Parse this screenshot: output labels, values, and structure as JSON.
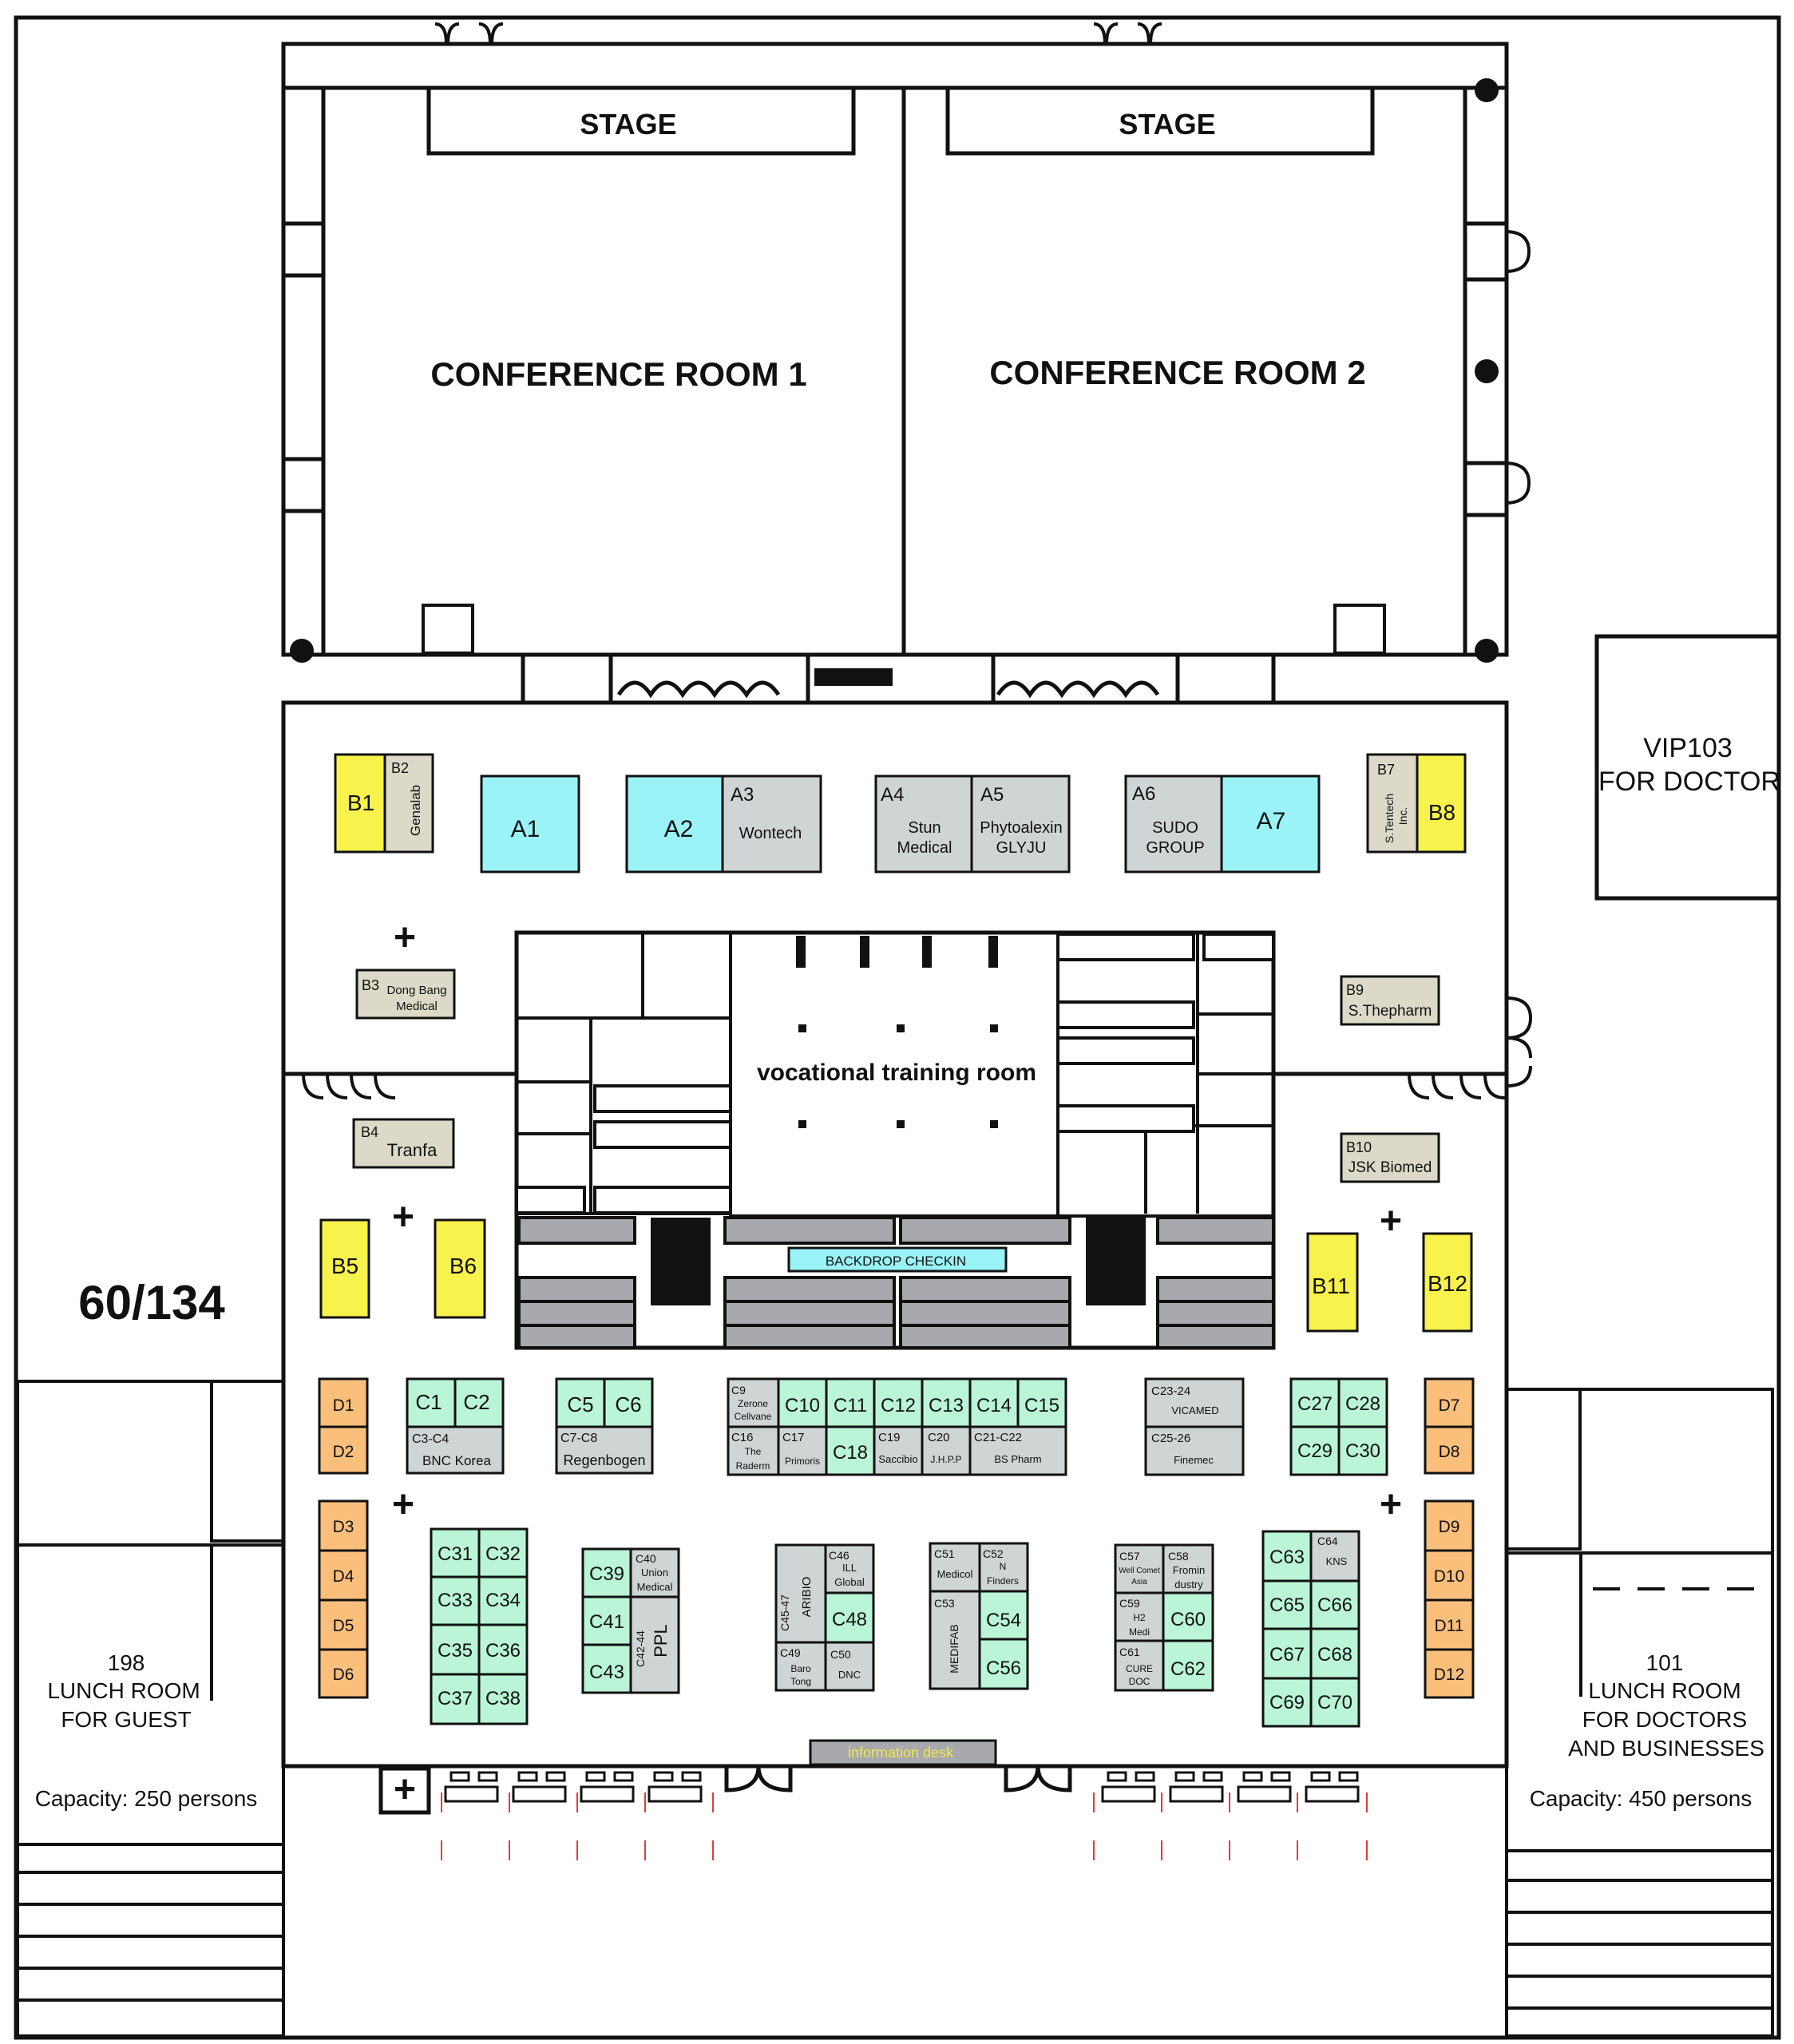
{
  "colors": {
    "booth_a": "#99f3f7",
    "booth_b": "#f8f24c",
    "booth_tan": "#dcd9c8",
    "booth_gray": "#cfd4d4",
    "booth_green": "#b9f5d6",
    "booth_orange": "#fbbf7c",
    "wall": "#111111",
    "dark_gray": "#a7a9ac"
  },
  "rooms": {
    "stage_1": "STAGE",
    "stage_2": "STAGE",
    "conference_1": "CONFERENCE ROOM 1",
    "conference_2": "CONFERENCE ROOM 2",
    "vip_line1": "VIP103",
    "vip_line2": "FOR DOCTOR",
    "vocational": "vocational training room",
    "backdrop": "BACKDROP CHECKIN",
    "info_desk": "information desk",
    "count": "60/134",
    "lunch_guest": {
      "l1": "198",
      "l2": "LUNCH ROOM",
      "l3": "FOR GUEST",
      "cap": "Capacity: 250 persons"
    },
    "lunch_doctors": {
      "l1": "101",
      "l2": "LUNCH ROOM",
      "l3": "FOR DOCTORS",
      "l4": "AND BUSINESSES",
      "cap": "Capacity: 450 persons"
    }
  },
  "booths": {
    "A1": "A1",
    "A2": "A2",
    "A3": "A3",
    "A3_name": "Wontech",
    "A4": "A4",
    "A4_n1": "Stun",
    "A4_n2": "Medical",
    "A5": "A5",
    "A5_n1": "Phytoalexin",
    "A5_n2": "GLYJU",
    "A6": "A6",
    "A6_n1": "SUDO",
    "A6_n2": "GROUP",
    "A7": "A7",
    "B1": "B1",
    "B2": "B2",
    "B2_name": "Genalab",
    "B3": "B3",
    "B3_n1": "Dong Bang",
    "B3_n2": "Medical",
    "B4": "B4",
    "B4_name": "Tranfa",
    "B5": "B5",
    "B6": "B6",
    "B7": "B7",
    "B7_n1": "S.Tentech",
    "B7_n2": "Inc.",
    "B8": "B8",
    "B9": "B9",
    "B9_name": "S.Thepharm",
    "B10": "B10",
    "B10_name": "JSK Biomed",
    "B11": "B11",
    "B12": "B12",
    "D1": "D1",
    "D2": "D2",
    "D3": "D3",
    "D4": "D4",
    "D5": "D5",
    "D6": "D6",
    "D7": "D7",
    "D8": "D8",
    "D9": "D9",
    "D10": "D10",
    "D11": "D11",
    "D12": "D12",
    "C1": "C1",
    "C2": "C2",
    "C3C4": "C3-C4",
    "C3C4_name": "BNC Korea",
    "C5": "C5",
    "C6": "C6",
    "C7C8": "C7-C8",
    "C7C8_name": "Regenbogen",
    "C9": "C9",
    "C9_n1": "Zerone",
    "C9_n2": "Cellvane",
    "C10": "C10",
    "C11": "C11",
    "C12": "C12",
    "C13": "C13",
    "C14": "C14",
    "C15": "C15",
    "C16": "C16",
    "C16_n1": "The",
    "C16_n2": "Raderm",
    "C17": "C17",
    "C17_name": "Primoris",
    "C18": "C18",
    "C19": "C19",
    "C19_name": "Saccibio",
    "C20": "C20",
    "C20_name": "J.H.P.P",
    "C21C22": "C21-C22",
    "C21C22_name": "BS Pharm",
    "C2324": "C23-24",
    "C2324_name": "VICAMED",
    "C2526": "C25-26",
    "C2526_name": "Finemec",
    "C27": "C27",
    "C28": "C28",
    "C29": "C29",
    "C30": "C30",
    "C31": "C31",
    "C32": "C32",
    "C33": "C33",
    "C34": "C34",
    "C35": "C35",
    "C36": "C36",
    "C37": "C37",
    "C38": "C38",
    "C39": "C39",
    "C40": "C40",
    "C40_n1": "Union",
    "C40_n2": "Medical",
    "C41": "C41",
    "C43": "C43",
    "C4244": "C42-44",
    "C4244_name": "PPL",
    "C4547": "C45-47",
    "C4547_name": "ARIBIO",
    "C46": "C46",
    "C46_n1": "ILL",
    "C46_n2": "Global",
    "C48": "C48",
    "C49": "C49",
    "C49_n1": "Baro",
    "C49_n2": "Tong",
    "C50": "C50",
    "C50_name": "DNC",
    "C51": "C51",
    "C51_name": "Medicol",
    "C52": "C52",
    "C52_n1": "N",
    "C52_n2": "Finders",
    "C53": "C53",
    "C53_name": "MEDIFAB",
    "C54": "C54",
    "C56": "C56",
    "C57": "C57",
    "C57_n1": "Well Comet",
    "C57_n2": "Asia",
    "C58": "C58",
    "C58_n1": "Fromin",
    "C58_n2": "dustry",
    "C59": "C59",
    "C59_n1": "H2",
    "C59_n2": "Medi",
    "C60": "C60",
    "C61": "C61",
    "C61_n1": "CURE",
    "C61_n2": "DOC",
    "C62": "C62",
    "C63": "C63",
    "C64": "C64",
    "C64_name": "KNS",
    "C65": "C65",
    "C66": "C66",
    "C67": "C67",
    "C68": "C68",
    "C69": "C69",
    "C70": "C70"
  }
}
